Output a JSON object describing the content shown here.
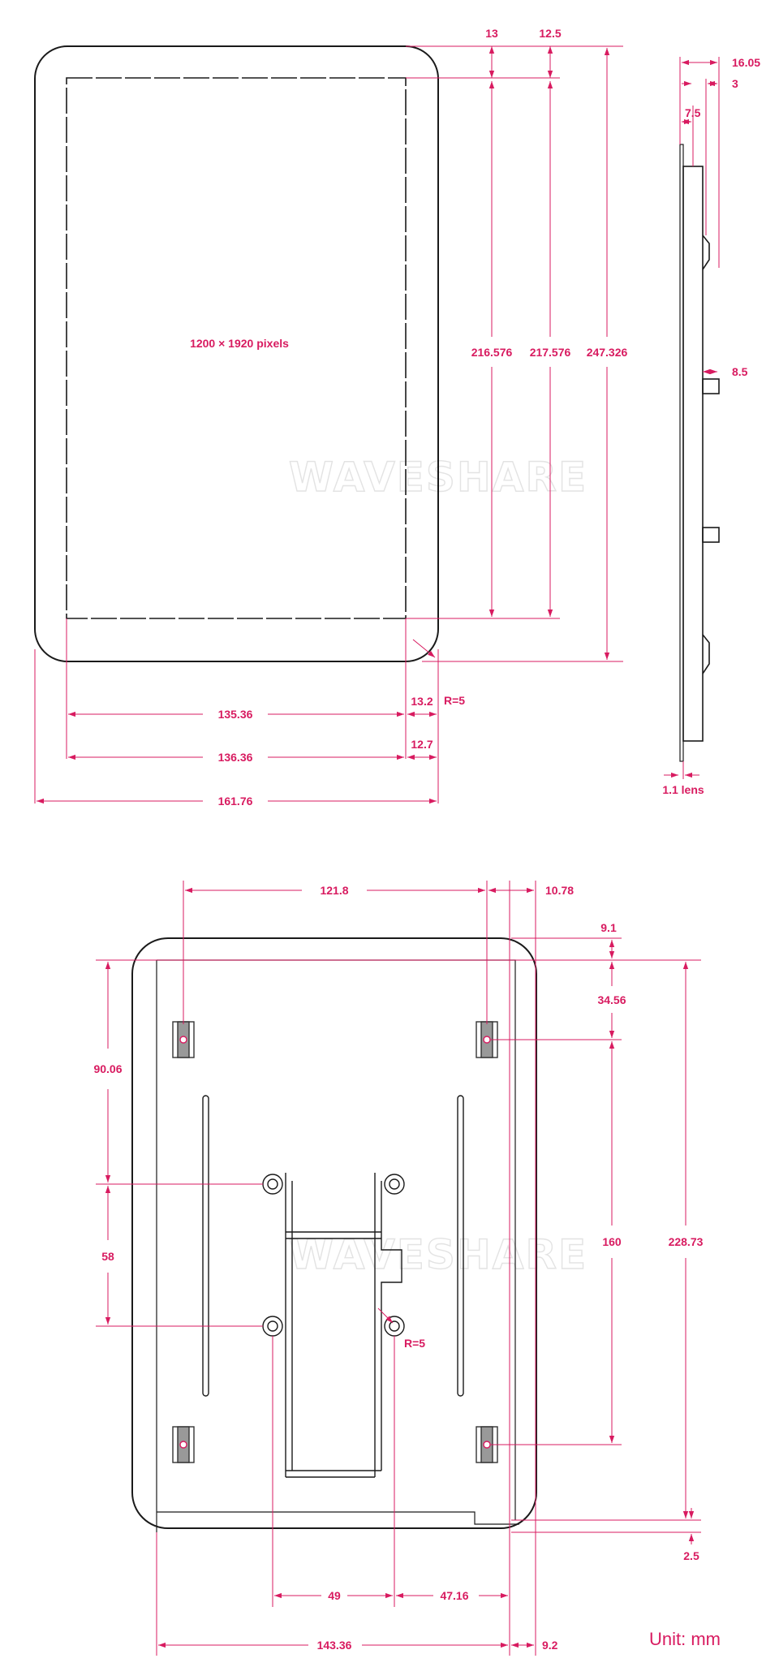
{
  "colors": {
    "dimension": "#d81b60",
    "outline": "#1a1a1a",
    "watermark": "#e6e6e6",
    "hardware": "#777777"
  },
  "unit_label": "Unit: mm",
  "watermark": "WAVESHARE",
  "front": {
    "resolution": "1200 × 1920 pixels",
    "bezel_top": "13",
    "bezel_top_inner": "12.5",
    "active_height": "216.576",
    "display_height": "217.576",
    "outline_height": "247.326",
    "active_width": "135.36",
    "display_width": "136.36",
    "outline_width": "161.76",
    "bezel_side": "13.2",
    "bezel_side_inner": "12.7",
    "corner_radius": "R=5"
  },
  "side": {
    "total_thickness": "16.05",
    "panel_thickness": "3",
    "step": "7.5",
    "connector": "8.5",
    "lens": "1.1 lens"
  },
  "back": {
    "hinge_spacing": "121.8",
    "hinge_offset": "10.78",
    "top_margin": "9.1",
    "hinge_from_top": "34.56",
    "hinge_pitch": "160",
    "back_height": "228.73",
    "bottom_margin": "2.5",
    "vesa_top": "90.06",
    "vesa_pitch": "58",
    "vesa_width": "49",
    "vesa_right": "47.16",
    "back_width": "143.36",
    "edge_margin": "9.2",
    "corner_radius": "R=5"
  }
}
